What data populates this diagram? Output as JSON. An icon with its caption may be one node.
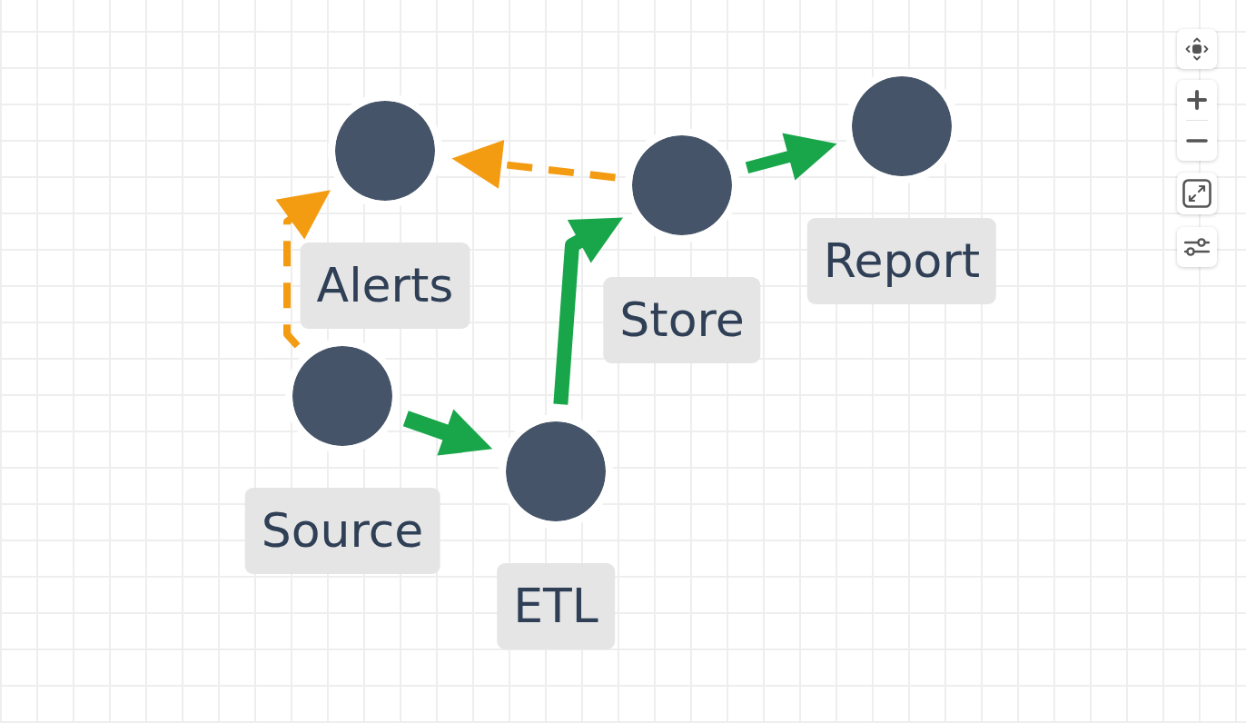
{
  "diagram": {
    "nodes": [
      {
        "text": [
          "Alerts"
        ]
      },
      {
        "text": [
          "Store"
        ]
      },
      {
        "text": [
          "Report"
        ]
      },
      {
        "text": [
          "Source"
        ]
      },
      {
        "text": [
          "ETL"
        ]
      }
    ],
    "edges": [
      {
        "from": 3,
        "to": 4,
        "arrow": "to"
      },
      {
        "from": 4,
        "to": 1,
        "arrow": "to"
      },
      {
        "from": 1,
        "to": 2,
        "arrow": "to"
      },
      {
        "from": 1,
        "to": 0,
        "arrow": "to",
        "style": "dashed",
        "color": "#f39c12"
      },
      {
        "from": 3,
        "to": 0,
        "arrow": "to",
        "style": "dashed",
        "color": "#f39c12"
      }
    ]
  }
}
